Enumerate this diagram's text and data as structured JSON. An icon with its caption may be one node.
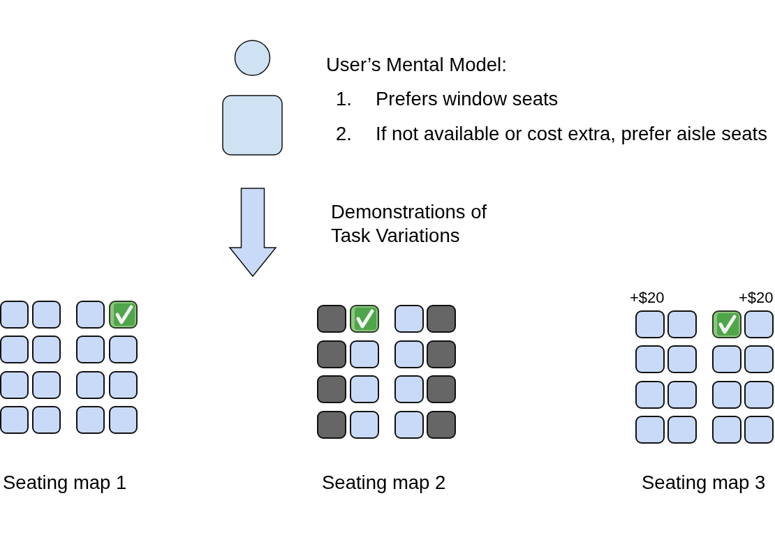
{
  "diagram": {
    "nodes": [
      {
        "text": [],
        "shape": "person"
      }
    ],
    "labels": [
      "User’s Mental Model:",
      "1.",
      "Prefers window seats",
      "2.",
      "If not available or cost extra, prefer aisle seats",
      "Demonstrations of Task Variations",
      "+$20",
      "+$20",
      "Seating map 1",
      "Seating map 2",
      "Seating map 3"
    ]
  }
}
